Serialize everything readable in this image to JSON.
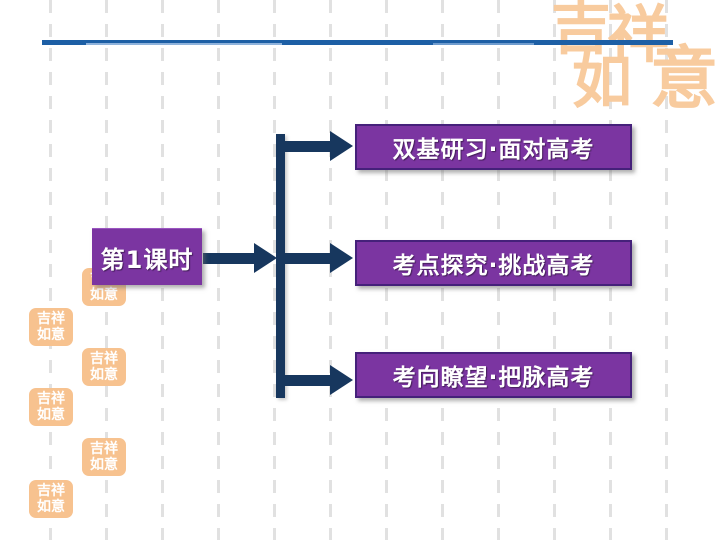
{
  "slide": {
    "lesson_label": "第1课时",
    "branches": [
      {
        "label": "双基研习·面对高考"
      },
      {
        "label": "考点探究·挑战高考"
      },
      {
        "label": "考向瞭望·把脉高考"
      }
    ],
    "decor": {
      "seal_phrase": "吉祥如意",
      "seal_chars": [
        "吉",
        "祥",
        "如",
        "意"
      ]
    },
    "colors": {
      "box_purple": "#7b35a1",
      "box_border": "#45217a",
      "arrow_navy": "#17375e",
      "rule_blue_dark": "#1d5fa5",
      "rule_blue_light": "#8fb3dc",
      "seal_orange_light": "#f8cb9e",
      "stamp_orange": "#f7c28f",
      "grid_gray": "#e1e1e1"
    }
  }
}
